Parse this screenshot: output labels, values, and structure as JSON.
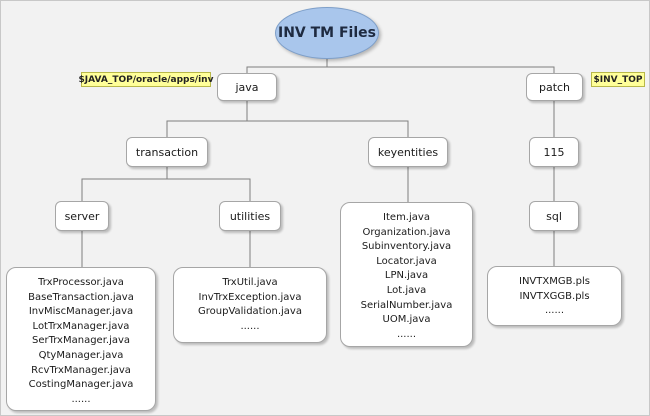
{
  "diagram": {
    "root": "INV TM Files",
    "labels": {
      "java_top": "$JAVA_TOP/oracle/apps/inv",
      "inv_top": "$INV_TOP"
    },
    "nodes": {
      "java": "java",
      "patch": "patch",
      "transaction": "transaction",
      "keyentities": "keyentities",
      "v115": "115",
      "server": "server",
      "utilities": "utilities",
      "sql": "sql"
    },
    "lists": {
      "server_files": [
        "TrxProcessor.java",
        "BaseTransaction.java",
        "InvMiscManager.java",
        "LotTrxManager.java",
        "SerTrxManager.java",
        "QtyManager.java",
        "RcvTrxManager.java",
        "CostingManager.java",
        "......"
      ],
      "utilities_files": [
        "TrxUtil.java",
        "InvTrxException.java",
        "GroupValidation.java",
        "......"
      ],
      "keyentities_files": [
        "Item.java",
        "Organization.java",
        "Subinventory.java",
        "Locator.java",
        "LPN.java",
        "Lot.java",
        "SerialNumber.java",
        "UOM.java",
        "......"
      ],
      "sql_files": [
        "INVTXMGB.pls",
        "INVTXGGB.pls",
        "......"
      ]
    }
  }
}
